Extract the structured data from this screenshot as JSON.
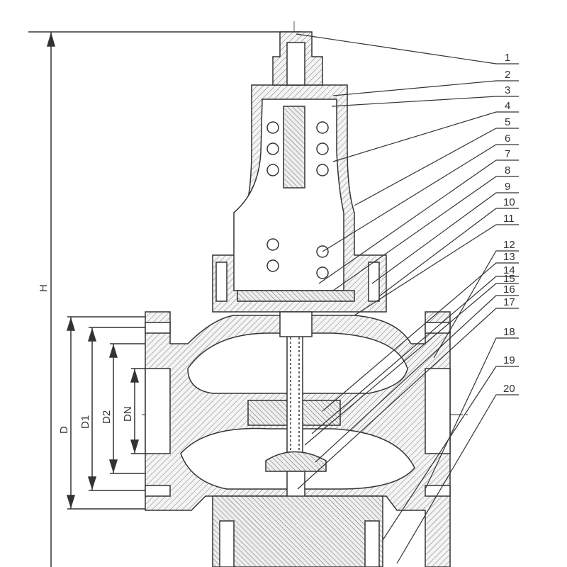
{
  "diagram": {
    "dimensions": {
      "H": "H",
      "D": "D",
      "D1": "D1",
      "D2": "D2",
      "DN": "DN"
    },
    "part_labels": [
      "1",
      "2",
      "3",
      "4",
      "5",
      "6",
      "7",
      "8",
      "9",
      "10",
      "11",
      "12",
      "13",
      "14",
      "15",
      "16",
      "17",
      "18",
      "19",
      "20"
    ],
    "line_color": "#333333"
  }
}
